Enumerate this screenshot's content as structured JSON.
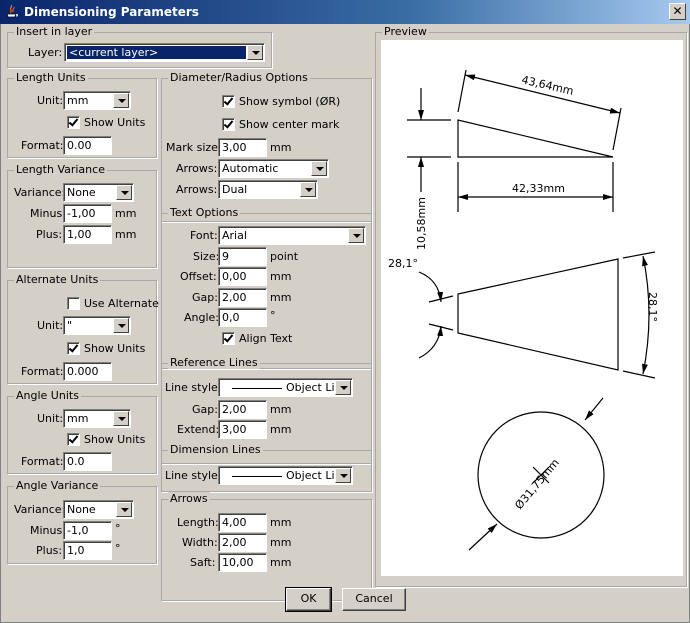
{
  "window": {
    "title": "Dimensioning Parameters",
    "close_glyph": "✕"
  },
  "insert": {
    "group": "Insert in layer",
    "layer_label": "Layer:",
    "layer_value": "<current layer>"
  },
  "length_units": {
    "group": "Length Units",
    "unit_label": "Unit:",
    "unit_value": "mm",
    "show_units": "Show Units",
    "show_units_checked": true,
    "format_label": "Format:",
    "format_value": "0.00"
  },
  "length_variance": {
    "group": "Length Variance",
    "variance_label": "Variance:",
    "variance_value": "None",
    "minus_label": "Minus:",
    "minus_value": "-1,00",
    "minus_unit": "mm",
    "plus_label": "Plus:",
    "plus_value": "1,00",
    "plus_unit": "mm"
  },
  "alternate_units": {
    "group": "Alternate Units",
    "use_alternate": "Use Alternate",
    "use_alternate_checked": false,
    "unit_label": "Unit:",
    "unit_value": "\"",
    "show_units": "Show Units",
    "show_units_checked": true,
    "format_label": "Format:",
    "format_value": "0.000"
  },
  "angle_units": {
    "group": "Angle Units",
    "unit_label": "Unit:",
    "unit_value": "mm",
    "show_units": "Show Units",
    "show_units_checked": true,
    "format_label": "Format:",
    "format_value": "0.0"
  },
  "angle_variance": {
    "group": "Angle Variance",
    "variance_label": "Variance:",
    "variance_value": "None",
    "minus_label": "Minus:",
    "minus_value": "-1,0",
    "minus_unit": "°",
    "plus_label": "Plus:",
    "plus_value": "1,0",
    "plus_unit": "°"
  },
  "diameter": {
    "group": "Diameter/Radius Options",
    "show_symbol": "Show symbol (ØR)",
    "show_symbol_checked": true,
    "show_center": "Show center mark",
    "show_center_checked": true,
    "mark_size_label": "Mark size:",
    "mark_size_value": "3,00",
    "mark_size_unit": "mm",
    "arrows_label": "Arrows:",
    "arrows1_value": "Automatic",
    "arrows2_value": "Dual"
  },
  "text_options": {
    "group": "Text Options",
    "font_label": "Font:",
    "font_value": "Arial",
    "size_label": "Size:",
    "size_value": "9",
    "size_unit": "point",
    "offset_label": "Offset:",
    "offset_value": "0,00",
    "offset_unit": "mm",
    "gap_label": "Gap:",
    "gap_value": "2,00",
    "gap_unit": "mm",
    "angle_label": "Angle:",
    "angle_value": "0,0",
    "angle_unit": "°",
    "align_text": "Align Text",
    "align_text_checked": true
  },
  "reference_lines": {
    "group": "Reference Lines",
    "line_style_label": "Line style:",
    "line_style_value": "Object Line",
    "gap_label": "Gap:",
    "gap_value": "2,00",
    "gap_unit": "mm",
    "extend_label": "Extend:",
    "extend_value": "3,00",
    "extend_unit": "mm"
  },
  "dimension_lines": {
    "group": "Dimension Lines",
    "line_style_label": "Line style:",
    "line_style_value": "Object Line"
  },
  "arrows": {
    "group": "Arrows",
    "length_label": "Length:",
    "length_value": "4,00",
    "length_unit": "mm",
    "width_label": "Width:",
    "width_value": "2,00",
    "width_unit": "mm",
    "saft_label": "Saft:",
    "saft_value": "10,00",
    "saft_unit": "mm"
  },
  "preview": {
    "group": "Preview",
    "dim_aligned": "43,64mm",
    "dim_horizontal": "42,33mm",
    "dim_vertical": "10,58mm",
    "angle_left": "28,1°",
    "angle_right": "28,1°",
    "diameter": "Ø31,75mm"
  },
  "buttons": {
    "ok": "OK",
    "cancel": "Cancel"
  }
}
